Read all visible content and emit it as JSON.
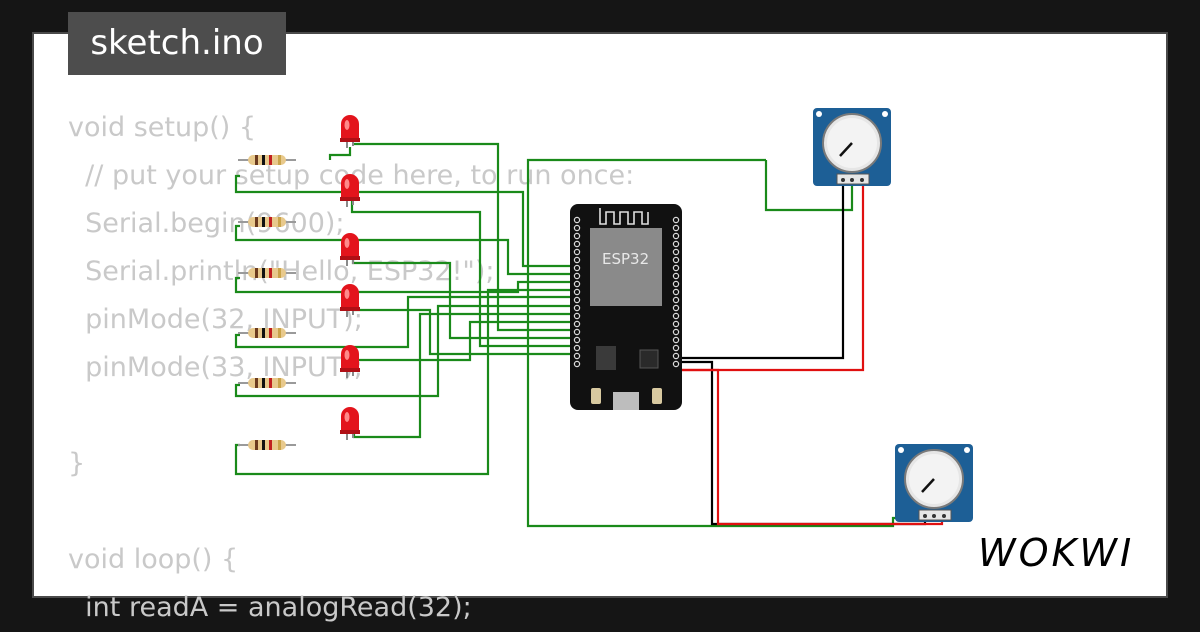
{
  "tab": {
    "title": "sketch.ino"
  },
  "code": {
    "lines": [
      "void setup() {",
      "  // put your setup code here, to run once:",
      "  Serial.begin(9600);",
      "  Serial.println(\"Hello, ESP32!\");",
      "  pinMode(32, INPUT);",
      "  pinMode(33, INPUT);",
      "",
      "}",
      "",
      "void loop() {",
      "  int readA = analogRead(32);"
    ]
  },
  "board": {
    "label": "ESP32"
  },
  "brand": {
    "name": "WOKWI"
  },
  "colors": {
    "wire_signal": "#1a8a1a",
    "wire_ground": "#000000",
    "wire_power": "#e01010",
    "board": "#111111",
    "chip": "#8a8a8a",
    "pot_module": "#1d5f96",
    "led": "#e3141c"
  }
}
